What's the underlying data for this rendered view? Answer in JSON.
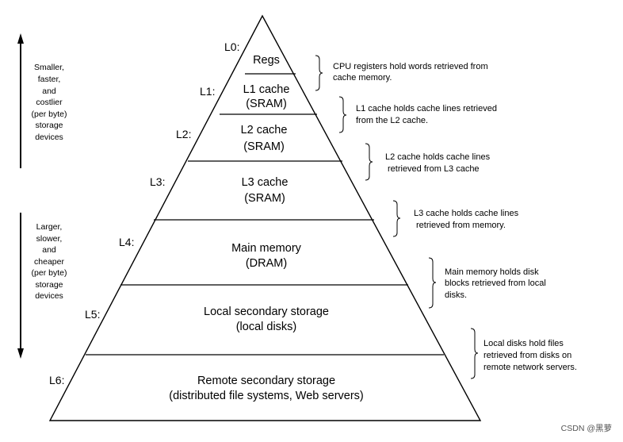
{
  "levels": [
    {
      "tag": "L0:",
      "lines": [
        "Regs"
      ],
      "note": [
        "CPU registers hold words retrieved from",
        "cache memory."
      ]
    },
    {
      "tag": "L1:",
      "lines": [
        "L1 cache",
        "(SRAM)"
      ],
      "note": [
        "L1 cache holds cache lines retrieved",
        "from the L2 cache."
      ]
    },
    {
      "tag": "L2:",
      "lines": [
        "L2 cache",
        "(SRAM)"
      ],
      "note": [
        "L2 cache holds cache lines",
        "retrieved from L3 cache"
      ]
    },
    {
      "tag": "L3:",
      "lines": [
        "L3 cache",
        "(SRAM)"
      ],
      "note": [
        "L3 cache holds cache lines",
        "retrieved from memory."
      ]
    },
    {
      "tag": "L4:",
      "lines": [
        "Main memory",
        "(DRAM)"
      ],
      "note": [
        "Main memory holds disk",
        "blocks retrieved from local",
        "disks."
      ]
    },
    {
      "tag": "L5:",
      "lines": [
        "Local secondary storage",
        "(local disks)"
      ],
      "note": [
        "Local disks hold files",
        "retrieved from disks on",
        "remote network servers."
      ]
    },
    {
      "tag": "L6:",
      "lines": [
        "Remote secondary storage",
        "(distributed file systems, Web servers)"
      ],
      "note": []
    }
  ],
  "side_top": [
    "Smaller,",
    "faster,",
    "and",
    "costlier",
    "(per byte)",
    "storage",
    "devices"
  ],
  "side_bottom": [
    "Larger,",
    "slower,",
    "and",
    "cheaper",
    "(per byte)",
    "storage",
    "devices"
  ],
  "watermark": "CSDN @黑萝"
}
